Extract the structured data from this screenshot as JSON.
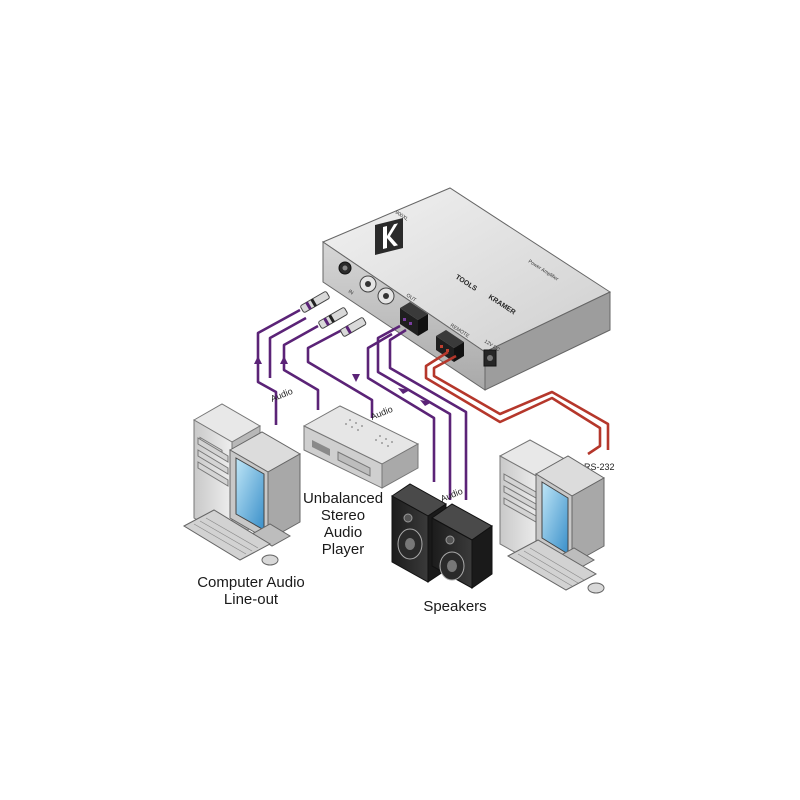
{
  "device": {
    "brand": "KRAMER",
    "series": "TOOLS",
    "model": "900XL",
    "subtitle": "Power Amplifier",
    "port_in": "IN",
    "port_out": "OUT",
    "port_remote": "REMOTE",
    "port_power": "12V DC"
  },
  "labels": {
    "audio_1": "Audio",
    "audio_2": "Audio",
    "audio_3": "Audio",
    "rs232": "RS-232"
  },
  "captions": {
    "computer_line1": "Computer Audio",
    "computer_line2": "Line-out",
    "player_line1": "Unbalanced",
    "player_line2": "Stereo",
    "player_line3": "Audio",
    "player_line4": "Player",
    "speakers": "Speakers"
  },
  "colors": {
    "audio_cable": "#5b2377",
    "rs232_cable": "#b5372b",
    "connector_accent": "#7a3ea0"
  }
}
